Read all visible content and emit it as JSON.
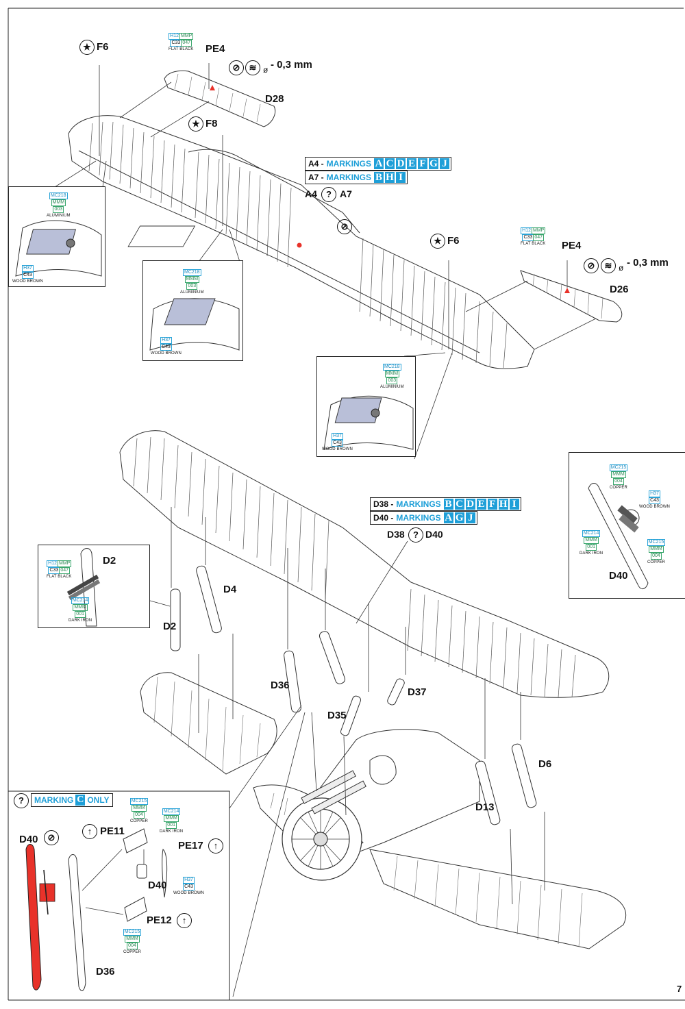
{
  "page_number": "7",
  "drill": {
    "diameter": "ø",
    "size": "- 0,3 mm"
  },
  "parts": {
    "f6_top": "F6",
    "pe4_top": "PE4",
    "d28": "D28",
    "f8": "F8",
    "f6_right": "F6",
    "pe4_right": "PE4",
    "d26": "D26",
    "d2_detail": "D2",
    "d2": "D2",
    "d4": "D4",
    "d36": "D36",
    "d35": "D35",
    "d37": "D37",
    "d13": "D13",
    "d6": "D6",
    "d38_q_d40": {
      "left": "D38",
      "right": "D40"
    },
    "a4_q_a7": {
      "left": "A4",
      "right": "A7"
    },
    "d40_detail": "D40",
    "bottom": {
      "d40_red": "D40",
      "d36": "D36",
      "pe11": "PE11",
      "pe17": "PE17",
      "d40": "D40",
      "pe12": "PE12"
    }
  },
  "markings_upper": [
    {
      "prefix": "A4 -",
      "label": "MARKINGS",
      "letters": [
        "A",
        "C",
        "D",
        "E",
        "F",
        "G",
        "J"
      ]
    },
    {
      "prefix": "A7 -",
      "label": "MARKINGS",
      "letters": [
        "B",
        "H",
        "I"
      ]
    }
  ],
  "markings_lower": [
    {
      "prefix": "D38 -",
      "label": "MARKINGS",
      "letters": [
        "B",
        "C",
        "D",
        "E",
        "F",
        "H",
        "I"
      ]
    },
    {
      "prefix": "D40 -",
      "label": "MARKINGS",
      "letters": [
        "A",
        "G",
        "J"
      ]
    }
  ],
  "marking_only": {
    "label": "MARKING",
    "letter": "C",
    "suffix": "ONLY"
  },
  "paints": {
    "flat_black": {
      "a": "H12",
      "b": "MMP",
      "c": "C33",
      "d": "047",
      "name": "FLAT BLACK"
    },
    "aluminium": {
      "a": "MC218",
      "b": "MMM",
      "c": "003",
      "name": "ALUMINIUM"
    },
    "wood_brown": {
      "a": "H37",
      "b": "C43",
      "name": "WOOD BROWN"
    },
    "copper": {
      "a": "MC215",
      "b": "MMM",
      "c": "004",
      "name": "COPPER"
    },
    "dark_iron": {
      "a": "MC214",
      "b": "MMM",
      "c": "001",
      "name": "DARK IRON"
    }
  },
  "colors": {
    "accent_blue": "#1e9fd8",
    "highlight_red": "#e8322a",
    "paint_green": "#3aa76d"
  },
  "icons": {
    "star": "star-icon",
    "question": "question-icon",
    "no_glue": "no-glue-icon",
    "bend": "bend-icon",
    "drill": "drill-icon"
  }
}
